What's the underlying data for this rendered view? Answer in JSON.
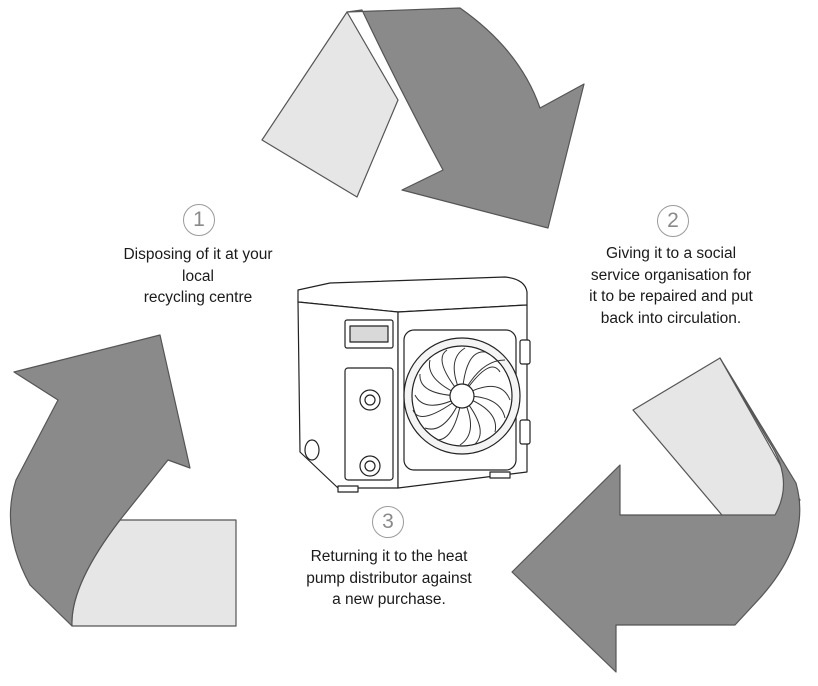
{
  "steps": [
    {
      "number": "1",
      "lines": [
        "Disposing of it at your",
        "local",
        "recycling centre"
      ]
    },
    {
      "number": "2",
      "lines": [
        "Giving it to a social",
        "service organisation for",
        "it to be repaired and put",
        "back into circulation."
      ]
    },
    {
      "number": "3",
      "lines": [
        "Returning it to the heat",
        "pump distributor against",
        "a new purchase."
      ]
    }
  ],
  "colors": {
    "arrow_dark": "#8a8a8a",
    "arrow_light": "#e6e6e6",
    "outline": "#555555",
    "numeral": "#8a8a8a"
  },
  "icons": [
    "recycle-arrow-top",
    "recycle-arrow-left",
    "recycle-arrow-right",
    "heat-pump-unit"
  ]
}
